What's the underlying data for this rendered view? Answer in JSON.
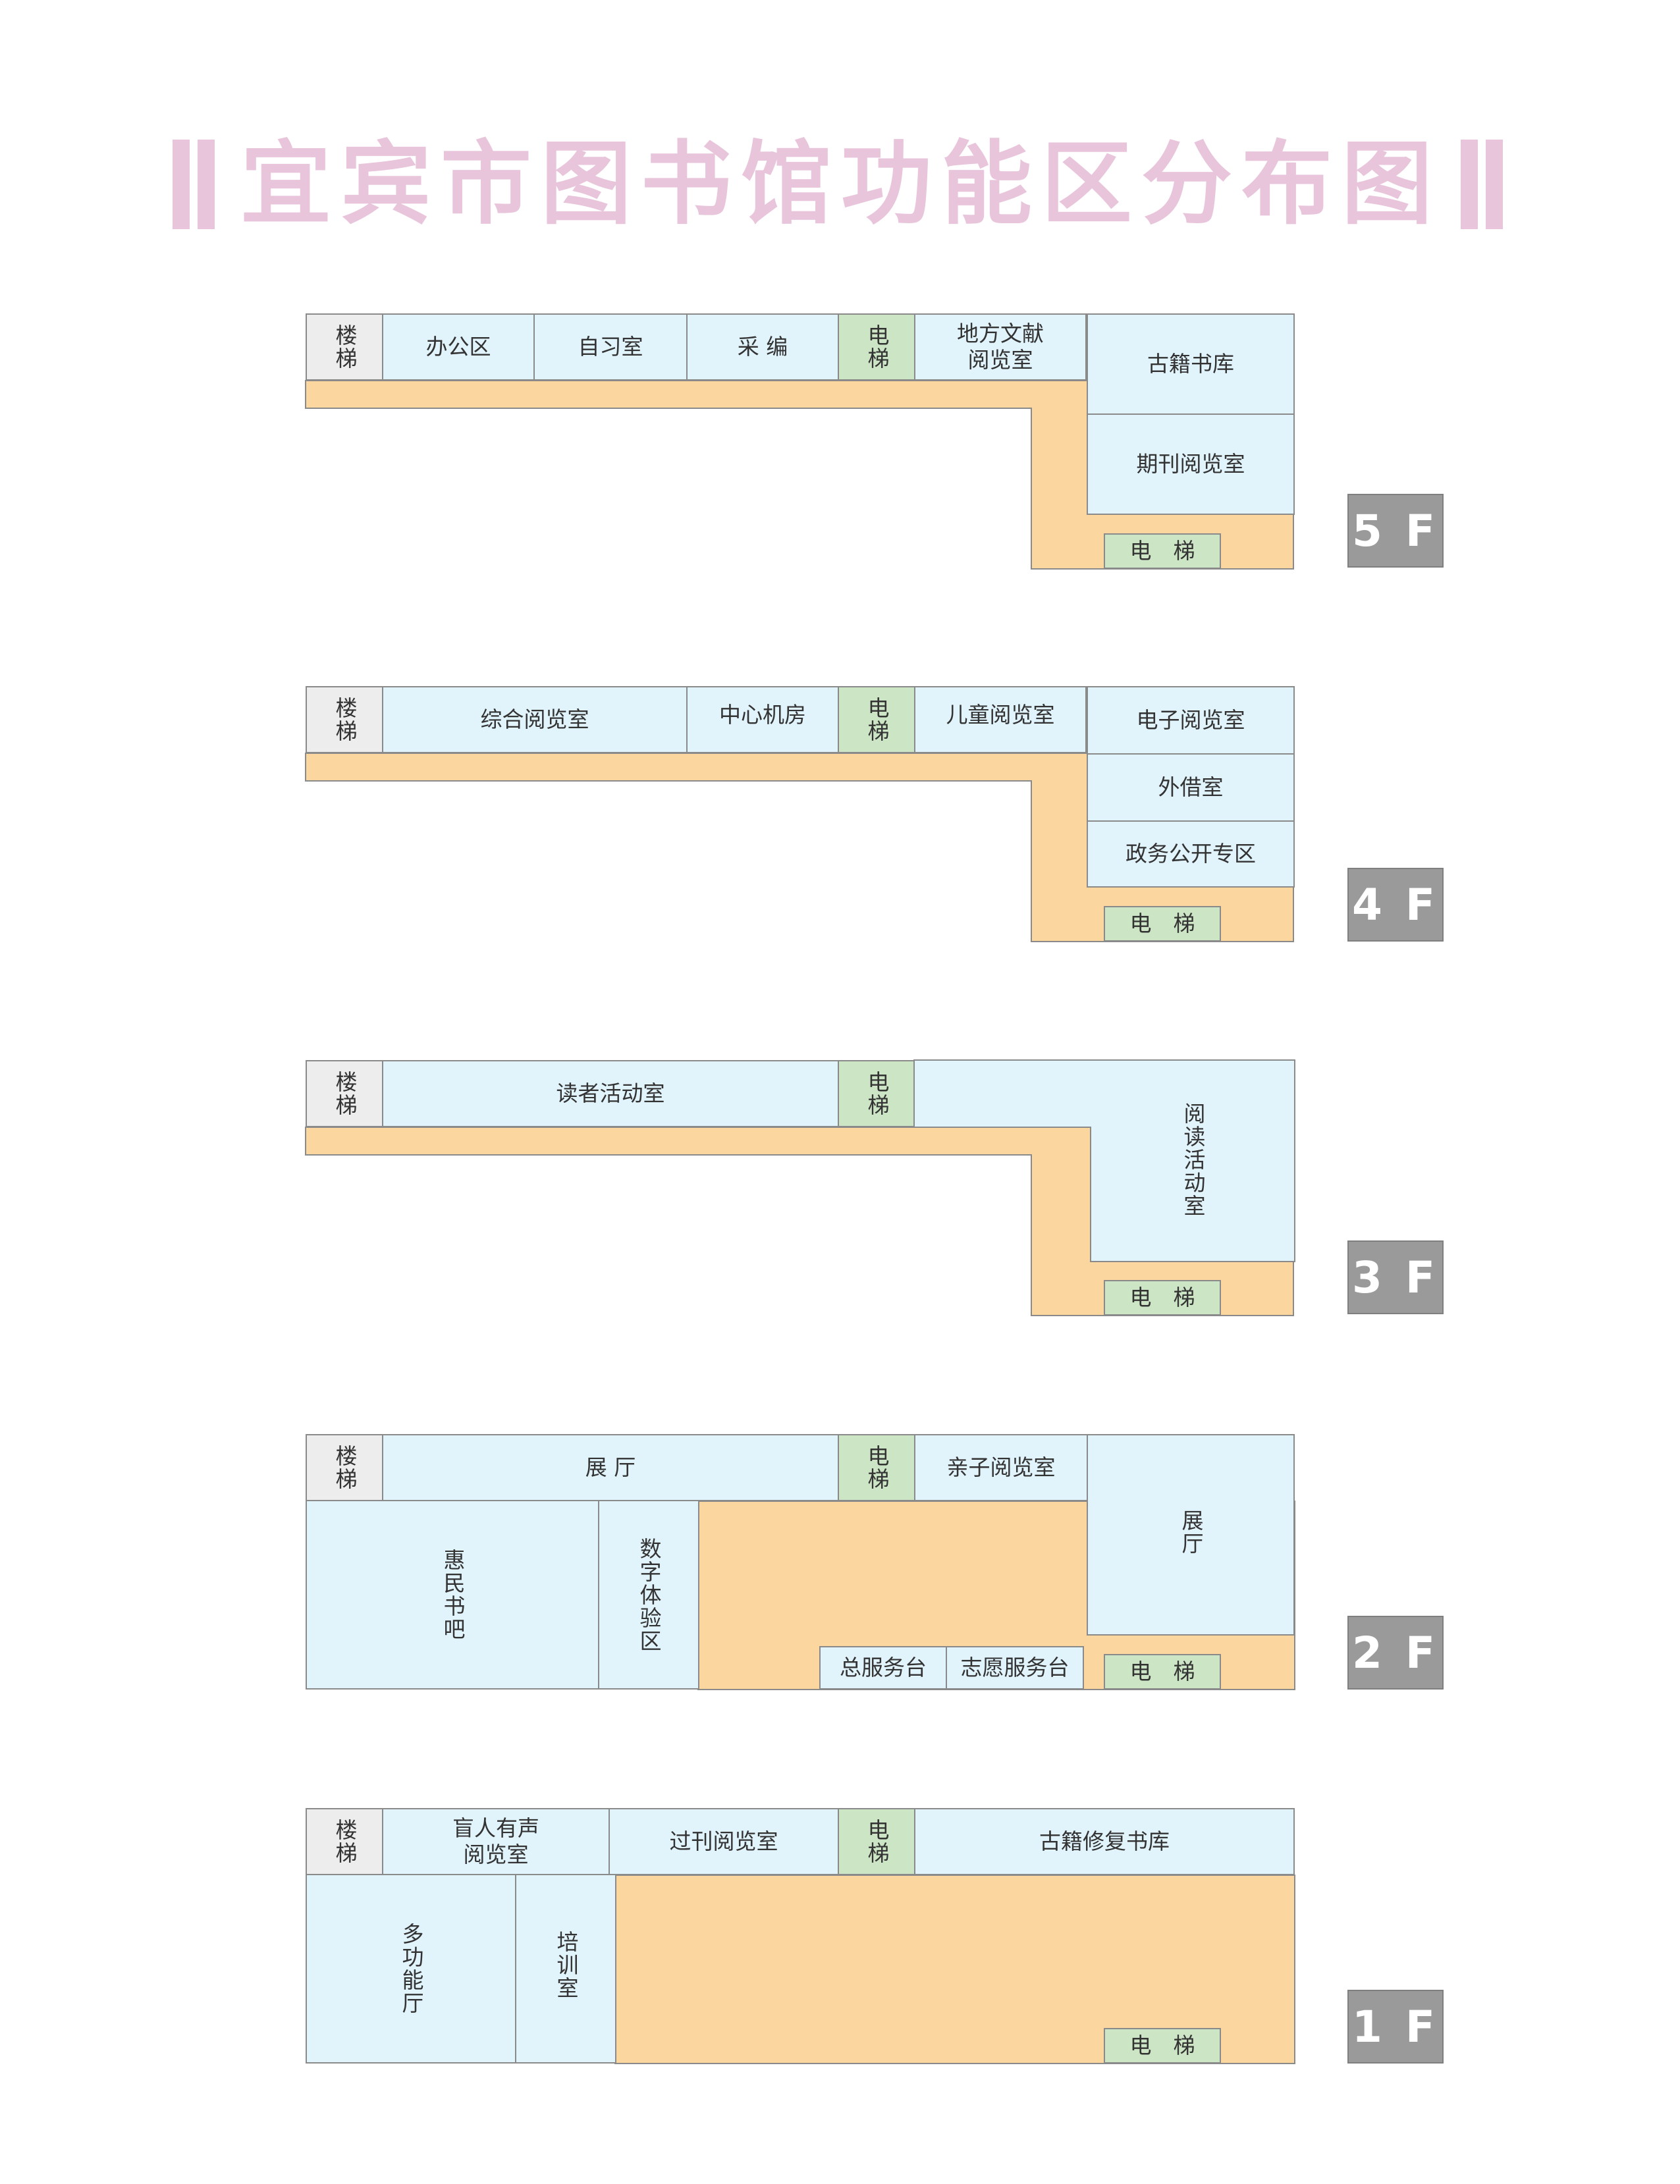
{
  "title": "宜宾市图书馆功能区分布图",
  "colors": {
    "room": "#e1f3fb",
    "stair": "#ededed",
    "elevator": "#cce5c5",
    "corridor": "#fbd69f",
    "badge": "#9a9a9a",
    "title": "#e9c5dc"
  },
  "floors": [
    {
      "label": "5 F",
      "rooms": [
        {
          "name": "楼梯",
          "type": "stair"
        },
        {
          "name": "办公区",
          "type": "room"
        },
        {
          "name": "自习室",
          "type": "room"
        },
        {
          "name": "采 编",
          "type": "room"
        },
        {
          "name": "电梯",
          "type": "elevator"
        },
        {
          "name": "地方文献\n阅览室",
          "type": "room"
        },
        {
          "name": "古籍书库",
          "type": "room"
        },
        {
          "name": "期刊阅览室",
          "type": "room"
        },
        {
          "name": "电　梯",
          "type": "elevator"
        }
      ]
    },
    {
      "label": "4 F",
      "rooms": [
        {
          "name": "楼梯",
          "type": "stair"
        },
        {
          "name": "综合阅览室",
          "type": "room"
        },
        {
          "name": "中心机房",
          "type": "room"
        },
        {
          "name": "电梯",
          "type": "elevator"
        },
        {
          "name": "儿童阅览室",
          "type": "room"
        },
        {
          "name": "电子阅览室",
          "type": "room"
        },
        {
          "name": "外借室",
          "type": "room"
        },
        {
          "name": "政务公开专区",
          "type": "room"
        },
        {
          "name": "电　梯",
          "type": "elevator"
        }
      ]
    },
    {
      "label": "3 F",
      "rooms": [
        {
          "name": "楼梯",
          "type": "stair"
        },
        {
          "name": "读者活动室",
          "type": "room"
        },
        {
          "name": "电梯",
          "type": "elevator"
        },
        {
          "name": "阅读活动室",
          "type": "room"
        },
        {
          "name": "电　梯",
          "type": "elevator"
        }
      ]
    },
    {
      "label": "2 F",
      "rooms": [
        {
          "name": "楼梯",
          "type": "stair"
        },
        {
          "name": "展 厅",
          "type": "room"
        },
        {
          "name": "电梯",
          "type": "elevator"
        },
        {
          "name": "亲子阅览室",
          "type": "room"
        },
        {
          "name": "展厅",
          "type": "room"
        },
        {
          "name": "惠民书吧",
          "type": "room"
        },
        {
          "name": "数字体验区",
          "type": "room"
        },
        {
          "name": "总服务台",
          "type": "room"
        },
        {
          "name": "志愿服务台",
          "type": "room"
        },
        {
          "name": "电　梯",
          "type": "elevator"
        }
      ]
    },
    {
      "label": "1 F",
      "rooms": [
        {
          "name": "楼梯",
          "type": "stair"
        },
        {
          "name": "盲人有声\n阅览室",
          "type": "room"
        },
        {
          "name": "过刊阅览室",
          "type": "room"
        },
        {
          "name": "电梯",
          "type": "elevator"
        },
        {
          "name": "古籍修复书库",
          "type": "room"
        },
        {
          "name": "多功能厅",
          "type": "room"
        },
        {
          "name": "培训室",
          "type": "room"
        },
        {
          "name": "电　梯",
          "type": "elevator"
        }
      ]
    }
  ]
}
